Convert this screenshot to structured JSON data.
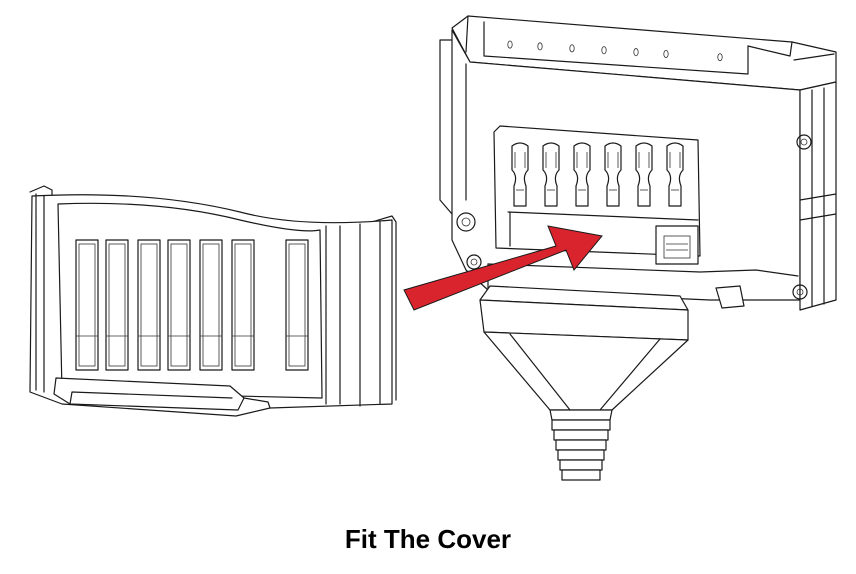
{
  "caption": "Fit The Cover",
  "colors": {
    "arrow": "#d9232d",
    "line": "#1a1a1a",
    "background": "#ffffff"
  },
  "cover": {
    "slot_count": 7
  },
  "unit": {
    "indicator_count": 7,
    "lever_count": 6
  }
}
